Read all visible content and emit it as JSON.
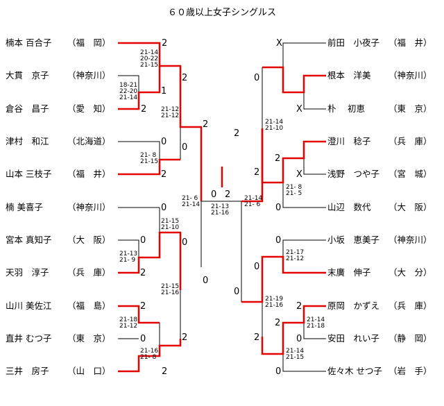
{
  "title": "６０歳以上女子シングルス",
  "left_players": [
    {
      "name": "楠本 百合子",
      "pref": "（福　岡）"
    },
    {
      "name": "大貫　京子",
      "pref": "（神奈川）"
    },
    {
      "name": "倉谷　昌子",
      "pref": "（愛　知）"
    },
    {
      "name": "津村　和江",
      "pref": "（北海道）"
    },
    {
      "name": "山本 三枝子",
      "pref": "（福　井）"
    },
    {
      "name": "楠 美喜子",
      "pref": "（神奈川）"
    },
    {
      "name": "宮本 真知子",
      "pref": "（大　阪）"
    },
    {
      "name": "天羽　淳子",
      "pref": "（兵　庫）"
    },
    {
      "name": "山川 美佐江",
      "pref": "（福　島）"
    },
    {
      "name": "直井 むつ子",
      "pref": "（東　京）"
    },
    {
      "name": "三井　房子",
      "pref": "（山　口）"
    }
  ],
  "right_players": [
    {
      "name": "前田　小夜子",
      "pref": "（福　井）"
    },
    {
      "name": "根本　洋美",
      "pref": "（神奈川）"
    },
    {
      "name": "朴　 初恵",
      "pref": "（東　京）"
    },
    {
      "name": "澄川　稔子",
      "pref": "（兵　庫）"
    },
    {
      "name": "浅野　つや子",
      "pref": "（宮　城）"
    },
    {
      "name": "山辺　数代",
      "pref": "（大　阪）"
    },
    {
      "name": "小坂　恵美子",
      "pref": "（神奈川）"
    },
    {
      "name": "末廣　伸子",
      "pref": "（大　分）"
    },
    {
      "name": "原岡　かずえ",
      "pref": "（兵　庫）"
    },
    {
      "name": "安田　れい子",
      "pref": "（静　岡）"
    },
    {
      "name": "佐々木 せつ子",
      "pref": "（岩　手）"
    }
  ],
  "scores": {
    "l_楠本": "2",
    "l_倉谷_r0": "2",
    "l_大貫_r0": "1",
    "l_山本": "2",
    "l_津村": "0",
    "l_楠": "0",
    "l_宮本_r0": "0",
    "l_天羽_r0": "2",
    "l_山川": "2",
    "l_直井_r0": "0",
    "l_三井": "2",
    "l_r1_a": "2",
    "l_r1_b": "0",
    "l_r1_c": "0",
    "l_r1_d": "2",
    "l_r2_a": "2",
    "l_r2_b": "0",
    "l_final": "0",
    "r_前田": "X",
    "r_朴": "X",
    "r_浅野": "X",
    "r_山辺": "0",
    "r_小坂": "0",
    "r_原岡": "2",
    "r_安田": "0",
    "r_佐々木": "0",
    "r_r1_a": "0",
    "r_r1_b": "2",
    "r_r1_c": "0",
    "r_r1_d": "2",
    "r_r1_e": "2",
    "r_r2_a": "2",
    "r_r2_b": "0",
    "r_final": "2"
  },
  "games": {
    "g1": "21-14\n20-22\n21-15",
    "g2": "18-21\n22-20\n21-14",
    "g3": "21-12\n21-12",
    "g4": "21- 8\n21-15",
    "g5": "21-15\n21-10",
    "g6": "21-13\n21- 9",
    "g7": "21-15\n21-16",
    "g8": "21-18\n21-12",
    "g9": "21-16\n21- 8",
    "g10": "21- 6\n21-14",
    "g11": "21-13\n21-16",
    "g12": "21-14\n21- 6",
    "g13": "21-14\n21-10",
    "g14": "21- 8\n21- 5",
    "g15": "21-17\n21-12",
    "g16": "21-19\n21-16",
    "g17": "21-14\n21-18",
    "g18": "21-14\n21-15"
  }
}
